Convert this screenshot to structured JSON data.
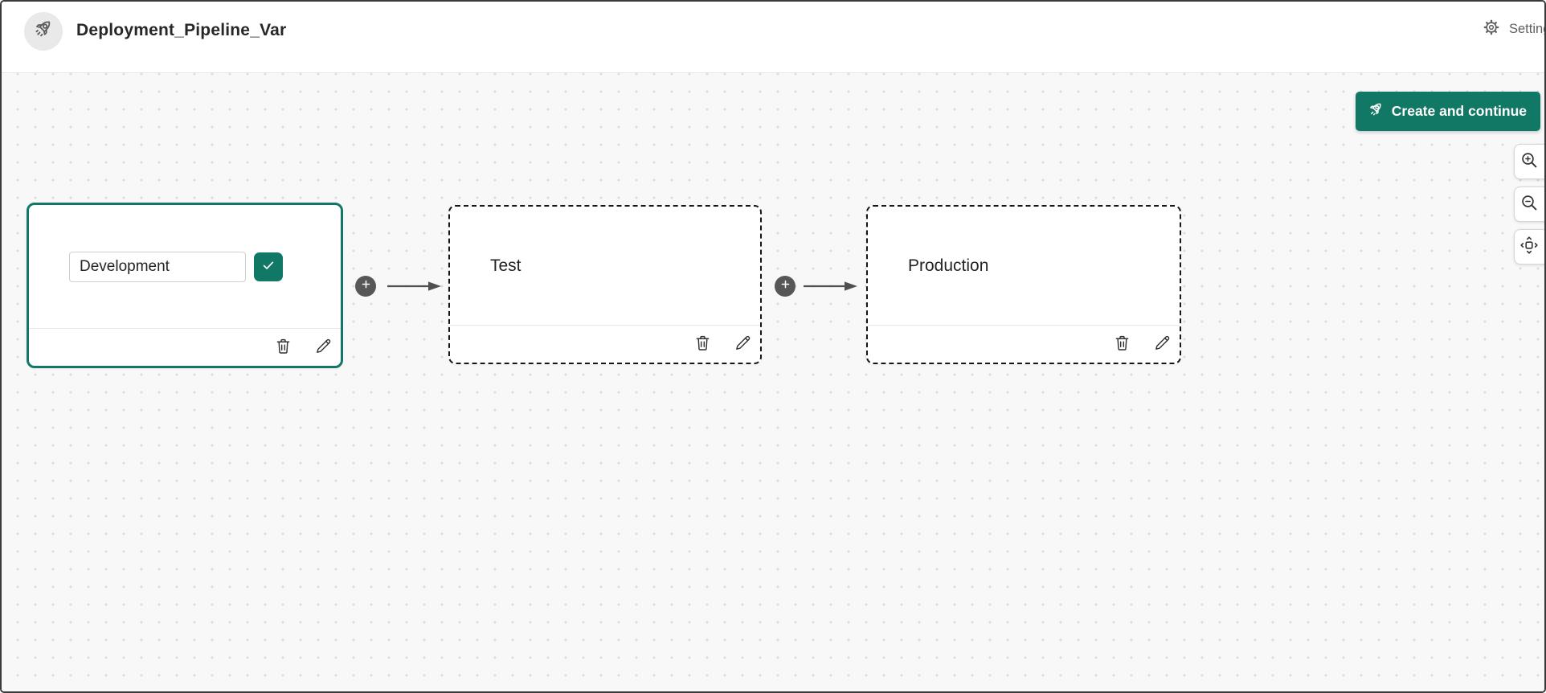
{
  "header": {
    "title": "Deployment_Pipeline_Var",
    "settings_label": "Settings"
  },
  "toolbar": {
    "create_button_label": "Create and continue"
  },
  "pipeline": {
    "stages": [
      {
        "name": "Development",
        "state": "editing-name",
        "actions": [
          "delete",
          "rename"
        ]
      },
      {
        "name": "Test",
        "state": "placeholder",
        "actions": [
          "delete",
          "rename"
        ]
      },
      {
        "name": "Production",
        "state": "placeholder",
        "actions": [
          "delete",
          "rename"
        ]
      }
    ],
    "connectors": [
      {
        "from": "Development",
        "to": "Test",
        "add_stage": "+"
      },
      {
        "from": "Test",
        "to": "Production",
        "add_stage": "+"
      }
    ]
  },
  "zoom_controls": [
    "zoom-in",
    "zoom-out",
    "fit-to-screen"
  ],
  "icons": {
    "header_avatar": "rocket-icon",
    "settings": "gear-icon",
    "create_button": "rocket-icon",
    "confirm": "check-icon",
    "stage_actions": [
      "trash-icon",
      "pencil-icon"
    ],
    "connector_add": "plus-icon",
    "connector_flow": "arrow-right-icon"
  },
  "colors": {
    "accent_teal": "#117865",
    "canvas_background": "#f8f8f8",
    "dot_grid": "#dcdcdc",
    "dashed_border": "#161616",
    "connector_gray": "#4f4f4f"
  }
}
